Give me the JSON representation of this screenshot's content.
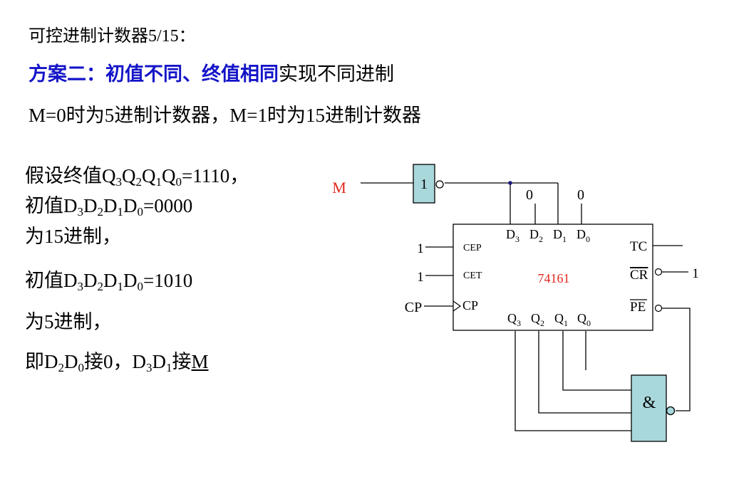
{
  "heading": {
    "title": "可控进制计数器5/15：",
    "scheme_label": "方案二：初值不同、终值相同",
    "scheme_rest": "实现不同进制",
    "condition": "M=0时为5进制计数器，M=1时为15进制计数器"
  },
  "explain": {
    "l1_a": "假设终值Q",
    "l1_s3": "3",
    "l1_b": "Q",
    "l1_s2": "2",
    "l1_c": "Q",
    "l1_s1": "1",
    "l1_d": "Q",
    "l1_s0": "0",
    "l1_e": "=1110，",
    "l2_a": "初值D",
    "l2_s3": "3",
    "l2_b": "D",
    "l2_s2": "2",
    "l2_c": "D",
    "l2_s1": "1",
    "l2_d": "D",
    "l2_s0": "0",
    "l2_e": "=0000",
    "l3": "为15进制，",
    "l4_a": "初值D",
    "l4_s3": "3",
    "l4_b": "D",
    "l4_s2": "2",
    "l4_c": "D",
    "l4_s1": "1",
    "l4_d": "D",
    "l4_s0": "0",
    "l4_e": "=1010",
    "l5": "为5进制，",
    "l6_a": "即D",
    "l6_s2": "2",
    "l6_b": "D",
    "l6_s0": "0",
    "l6_c": "接0，D",
    "l6_s3": "3",
    "l6_d": "D",
    "l6_s1": "1",
    "l6_e": "接",
    "l6_m": "M"
  },
  "circuit": {
    "input_m": "M",
    "not_gate": "1",
    "const_d2": "0",
    "const_d0": "0",
    "chip_name": "74161",
    "d_pins": [
      "D",
      "D",
      "D",
      "D"
    ],
    "d_subs": [
      "3",
      "2",
      "1",
      "0"
    ],
    "q_pins": [
      "Q",
      "Q",
      "Q",
      "Q"
    ],
    "q_subs": [
      "3",
      "2",
      "1",
      "0"
    ],
    "cep": "CEP",
    "cet": "CET",
    "cp_pin": "CP",
    "tc": "TC",
    "cr": "CR",
    "pe": "PE",
    "cep_in": "1",
    "cet_in": "1",
    "cp_in": "CP",
    "cr_in": "1",
    "and_gate": "&",
    "colors": {
      "red": "#e0281e",
      "gate_fill": "#a9d8dc",
      "blue_text": "#1414c8"
    }
  }
}
